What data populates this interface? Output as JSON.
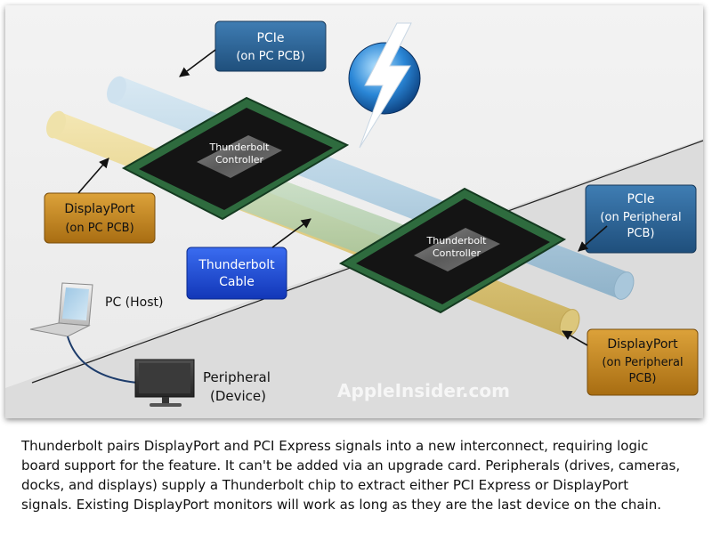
{
  "labels": {
    "pcie_host": [
      "PCIe",
      "(on PC PCB)"
    ],
    "displayport_host": [
      "DisplayPort",
      "(on PC PCB)"
    ],
    "pcie_peripheral": [
      "PCIe",
      "(on Peripheral",
      "PCB)"
    ],
    "displayport_peripheral": [
      "DisplayPort",
      "(on Peripheral",
      "PCB)"
    ],
    "cable": [
      "Thunderbolt",
      "Cable"
    ],
    "controller_1": [
      "Thunderbolt",
      "Controller"
    ],
    "controller_2": [
      "Thunderbolt",
      "Controller"
    ],
    "pc_host": "PC (Host)",
    "peripheral_device": [
      "Peripheral",
      "(Device)"
    ],
    "watermark": "AppleInsider.com"
  },
  "caption_lines": [
    "Thunderbolt pairs DisplayPort and PCI Express signals into a new interconnect, requiring logic",
    "board support for the feature. It can't be added via an upgrade card. Peripherals (drives, cameras,",
    "docks, and displays) supply a Thunderbolt chip to extract either PCI Express or DisplayPort",
    "signals. Existing DisplayPort monitors will work as long as they are the last device on the chain."
  ],
  "colors": {
    "pcie_box": "#2c6597",
    "displayport_box": "#c98b1e",
    "cable_box": "#1e4fd6",
    "pcb_green": "#2e6b3e",
    "chip_dark": "#141414"
  }
}
